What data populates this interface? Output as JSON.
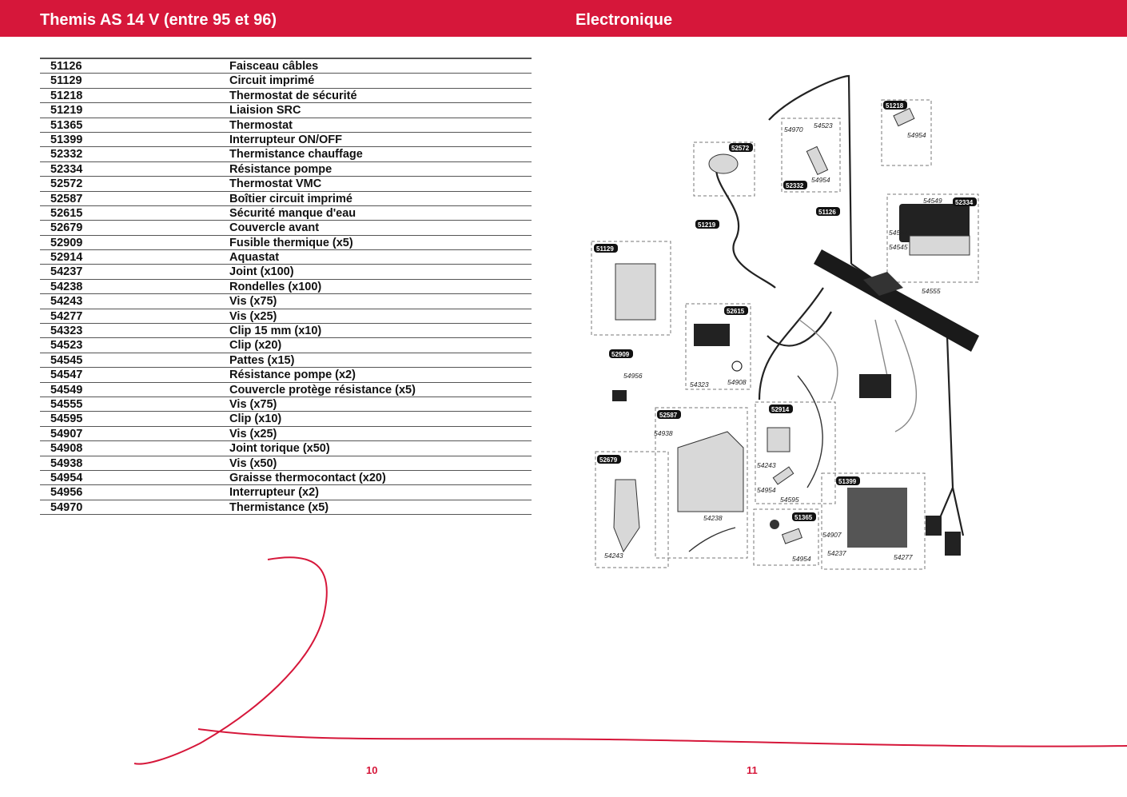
{
  "header": {
    "left_title": "Themis AS 14 V (entre 95 et 96)",
    "right_title": "Electronique",
    "band_color": "#d6173a"
  },
  "parts": [
    {
      "ref": "51126",
      "desc": "Faisceau câbles"
    },
    {
      "ref": "51129",
      "desc": "Circuit imprimé"
    },
    {
      "ref": "51218",
      "desc": "Thermostat de sécurité"
    },
    {
      "ref": "51219",
      "desc": "Liaision SRC"
    },
    {
      "ref": "51365",
      "desc": "Thermostat"
    },
    {
      "ref": "51399",
      "desc": "Interrupteur ON/OFF"
    },
    {
      "ref": "52332",
      "desc": "Thermistance chauffage"
    },
    {
      "ref": "52334",
      "desc": "Résistance pompe"
    },
    {
      "ref": "52572",
      "desc": "Thermostat VMC"
    },
    {
      "ref": "52587",
      "desc": "Boîtier circuit imprimé"
    },
    {
      "ref": "52615",
      "desc": "Sécurité manque d'eau"
    },
    {
      "ref": "52679",
      "desc": "Couvercle avant"
    },
    {
      "ref": "52909",
      "desc": "Fusible thermique (x5)"
    },
    {
      "ref": "52914",
      "desc": "Aquastat"
    },
    {
      "ref": "54237",
      "desc": "Joint (x100)"
    },
    {
      "ref": "54238",
      "desc": "Rondelles (x100)"
    },
    {
      "ref": "54243",
      "desc": "Vis (x75)"
    },
    {
      "ref": "54277",
      "desc": "Vis (x25)"
    },
    {
      "ref": "54323",
      "desc": "Clip 15 mm (x10)"
    },
    {
      "ref": "54523",
      "desc": "Clip (x20)"
    },
    {
      "ref": "54545",
      "desc": "Pattes (x15)"
    },
    {
      "ref": "54547",
      "desc": "Résistance pompe (x2)"
    },
    {
      "ref": "54549",
      "desc": "Couvercle protège résistance (x5)"
    },
    {
      "ref": "54555",
      "desc": "Vis (x75)"
    },
    {
      "ref": "54595",
      "desc": "Clip (x10)"
    },
    {
      "ref": "54907",
      "desc": "Vis (x25)"
    },
    {
      "ref": "54908",
      "desc": "Joint torique (x50)"
    },
    {
      "ref": "54938",
      "desc": "Vis (x50)"
    },
    {
      "ref": "54954",
      "desc": "Graisse thermocontact (x20)"
    },
    {
      "ref": "54956",
      "desc": "Interrupteur (x2)"
    },
    {
      "ref": "54970",
      "desc": "Thermistance (x5)"
    }
  ],
  "diagram": {
    "tags": {
      "t51218": "51218",
      "t52572": "52572",
      "t52332": "52332",
      "t51126": "51126",
      "t52334": "52334",
      "t51219": "51219",
      "t51129": "51129",
      "t52615": "52615",
      "t52909": "52909",
      "t52587": "52587",
      "t52914": "52914",
      "t52679": "52679",
      "t51399": "51399",
      "t51365": "51365"
    },
    "labels": {
      "l54970": "54970",
      "l54523": "54523",
      "l54954a": "54954",
      "l54954b": "54954",
      "l54549": "54549",
      "l54547": "54547",
      "l54545": "54545",
      "l54555": "54555",
      "l54956": "54956",
      "l54323": "54323",
      "l54908": "54908",
      "l54938": "54938",
      "l54243a": "54243",
      "l54954c": "54954",
      "l54595": "54595",
      "l54238": "54238",
      "l54243b": "54243",
      "l54954d": "54954",
      "l54907": "54907",
      "l54237": "54237",
      "l54277": "54277"
    }
  },
  "footer": {
    "page_left": "10",
    "page_right": "11"
  }
}
